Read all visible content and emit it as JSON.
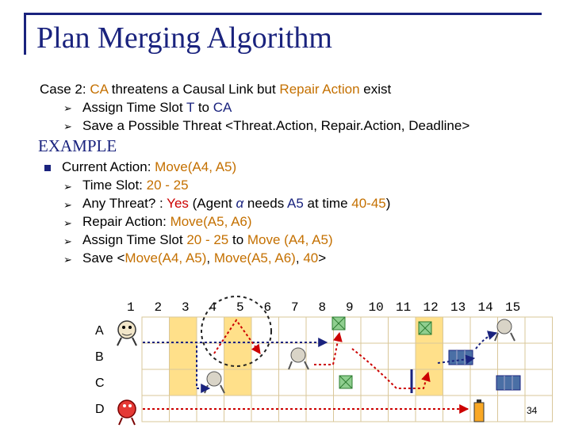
{
  "title": "Plan Merging Algorithm",
  "case_line": {
    "prefix": "Case 2: ",
    "ca": "CA",
    "middle": " threatens a Causal Link but ",
    "repair": "Repair Action",
    "suffix": " exist"
  },
  "case_bullets": [
    {
      "p1": "Assign Time Slot ",
      "hl1": "T",
      "p2": " to ",
      "hl2": "CA"
    },
    {
      "text": "Save a Possible Threat <Threat.Action, Repair.Action, Deadline>"
    }
  ],
  "example_heading": "EXAMPLE",
  "current_action": {
    "label": "Current Action: ",
    "value": "Move(A4, A5)"
  },
  "example_bullets": {
    "time_slot": {
      "label": "Time Slot: ",
      "value": "20 - 25"
    },
    "threat": {
      "p1": "Any Threat? : ",
      "yes": "Yes",
      "p2": " (Agent ",
      "alpha": "α",
      "p3": " needs ",
      "a5": "A5",
      "p4": " at time ",
      "time": "40-45",
      "p5": ")"
    },
    "repair": {
      "label": "Repair Action: ",
      "value": "Move(A5, A6)"
    },
    "assign": {
      "p1": "Assign Time Slot ",
      "slot": "20 - 25",
      "p2": " to ",
      "move": "Move (A4, A5)"
    },
    "save": {
      "p1": "Save <",
      "m1": "Move(A4, A5)",
      "p2": ", ",
      "m2": "Move(A5, A6)",
      "p3": ", ",
      "n": "40",
      "p4": ">"
    }
  },
  "grid": {
    "columns": [
      "1",
      "2",
      "3",
      "4",
      "5",
      "6",
      "7",
      "8",
      "9",
      "10",
      "11",
      "12",
      "13",
      "14",
      "15"
    ],
    "rows": [
      "A",
      "B",
      "C",
      "D"
    ]
  },
  "page_number": "34",
  "colors": {
    "title": "#1a237e",
    "accent": "#c47000",
    "alert": "#cc0000",
    "cell_highlight": "#ffe08a"
  }
}
